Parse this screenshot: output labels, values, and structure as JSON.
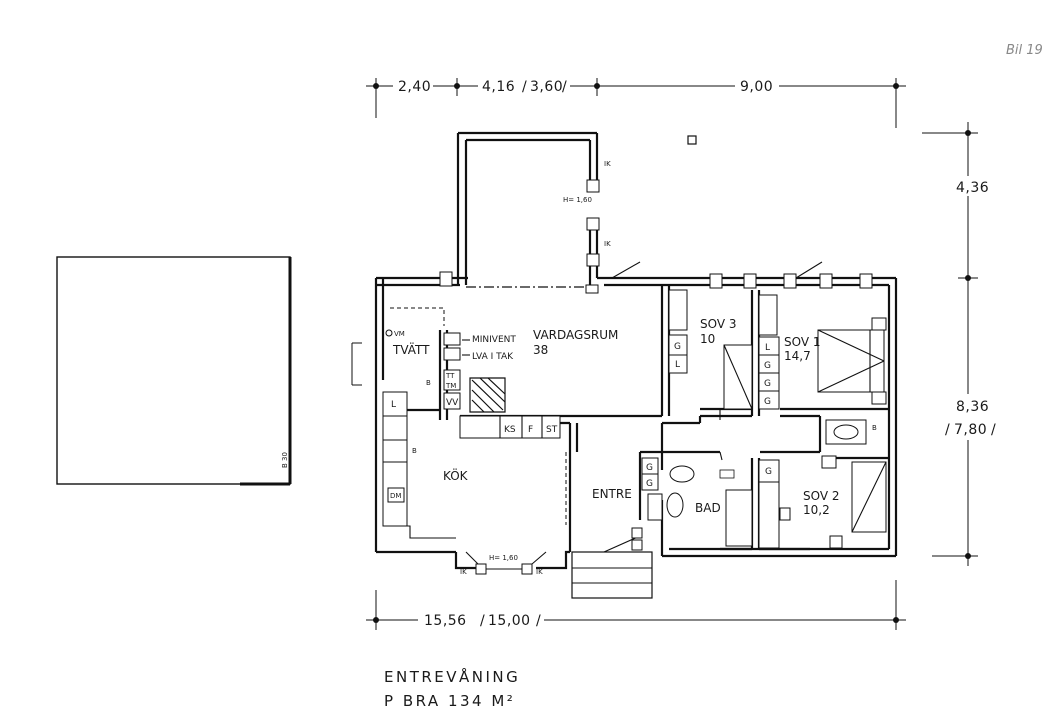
{
  "corner_note": "Bil 19",
  "dimensions": {
    "top_a": "2,40",
    "top_b": "4,16",
    "top_b_alt": "3,60",
    "top_c": "9,00",
    "right_a": "4,36",
    "right_b": "8,36",
    "right_b_alt": "7,80",
    "bottom": "15,56",
    "bottom_alt": "15,00"
  },
  "rooms": {
    "vardagsrum": "VARDAGSRUM",
    "vardagsrum_area": "38",
    "tvatt": "TVÄTT",
    "kok": "KÖK",
    "entre": "ENTRE",
    "bad": "BAD",
    "sov3": "SOV 3",
    "sov3_area": "10",
    "sov1": "SOV 1",
    "sov1_area": "14,7",
    "sov2": "SOV 2",
    "sov2_area": "10,2"
  },
  "labels": {
    "minivent": "MINIVENT",
    "lva_i_tak": "LVA I TAK",
    "vm": "VM",
    "tt": "TT",
    "tm": "TM",
    "vv": "VV",
    "ks": "KS",
    "f": "F",
    "st": "ST",
    "dm": "DM",
    "h160": "H= 1,60",
    "h160_top": "H= 1,60",
    "ik": "IK",
    "b30": "B 30",
    "l": "L",
    "g": "G"
  },
  "footer": {
    "title": "ENTREVÅNING",
    "area": "P BRA   134  M²"
  }
}
